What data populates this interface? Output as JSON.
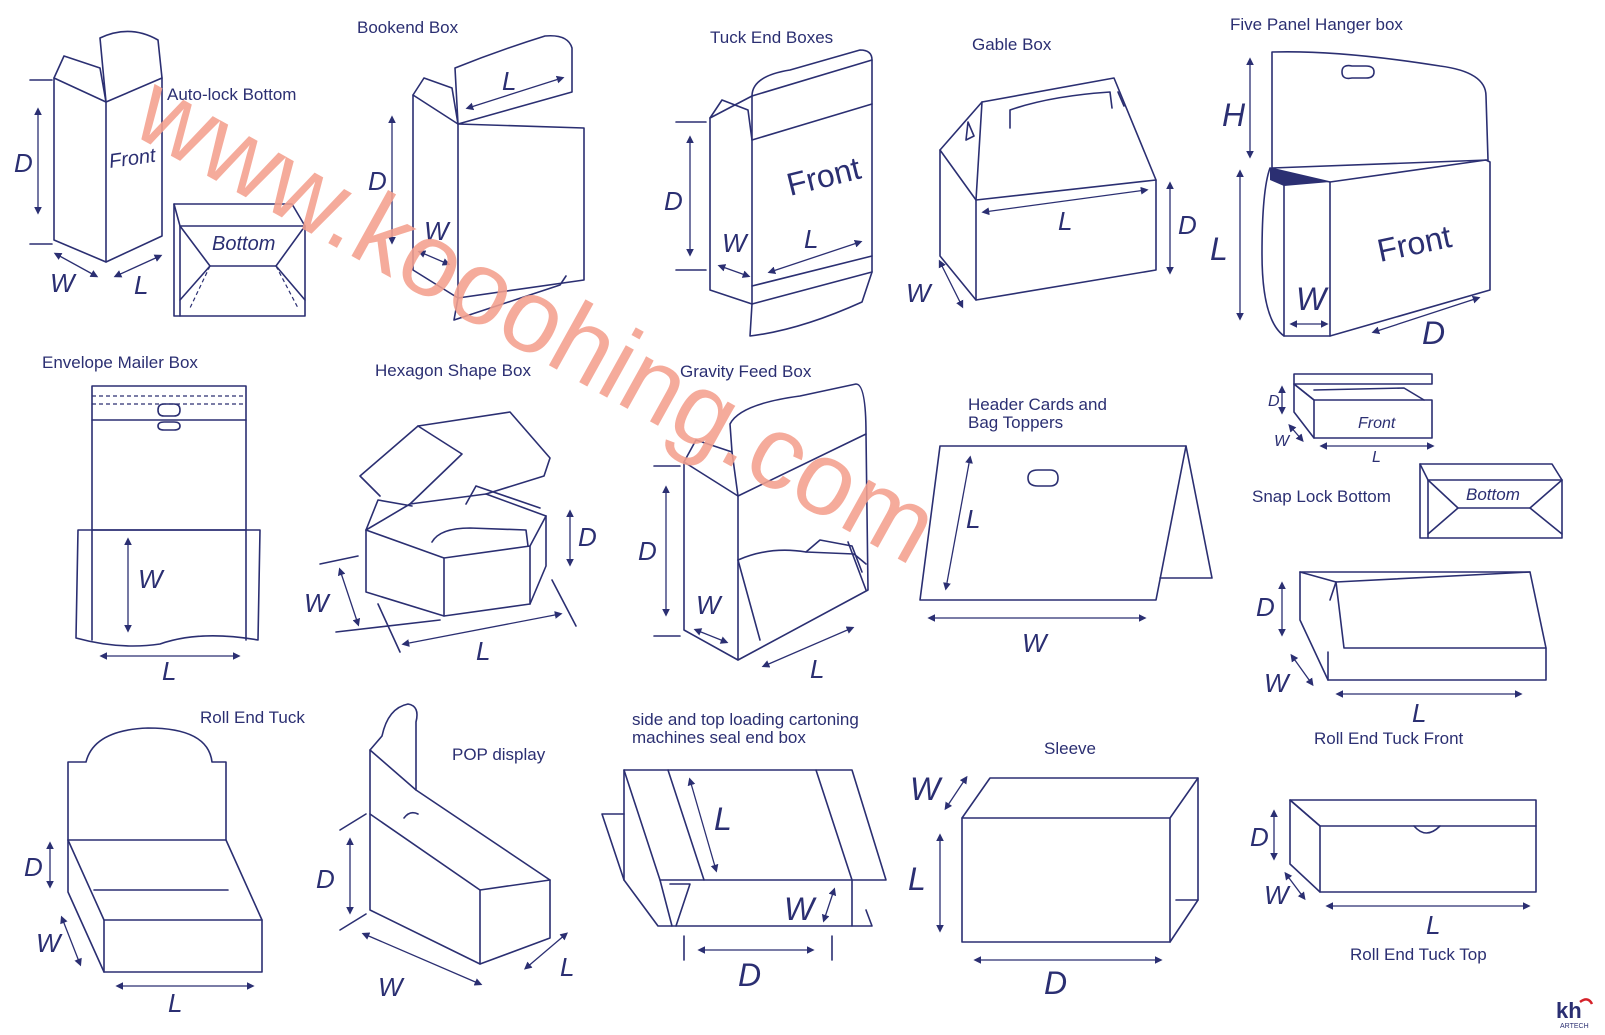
{
  "titles": {
    "autolock": "Auto-lock Bottom",
    "bookend": "Bookend Box",
    "tuck": "Tuck End Boxes",
    "gable": "Gable Box",
    "hanger": "Five Panel Hanger box",
    "envelope": "Envelope Mailer Box",
    "hexagon": "Hexagon Shape Box",
    "gravity": "Gravity Feed Box",
    "header_line1": "Header Cards and",
    "header_line2": "Bag Toppers",
    "snap": "Snap Lock Bottom",
    "rollend": "Roll End Tuck",
    "pop": "POP display",
    "cartoning_line1": "side and top loading cartoning",
    "cartoning_line2": "machines seal end box",
    "sleeve": "Sleeve",
    "rollfront": "Roll End Tuck Front",
    "rolltop": "Roll End Tuck Top"
  },
  "faces": {
    "front": "Front",
    "bottom": "Bottom"
  },
  "dims": {
    "D": "D",
    "W": "W",
    "L": "L",
    "H": "H"
  },
  "watermark": "www.kooohing.com",
  "logo": {
    "mark": "kh",
    "text": "ARTECH"
  },
  "colors": {
    "line": "#2b2f72",
    "watermark": "#f4a08e",
    "logo_red": "#d5222a"
  }
}
